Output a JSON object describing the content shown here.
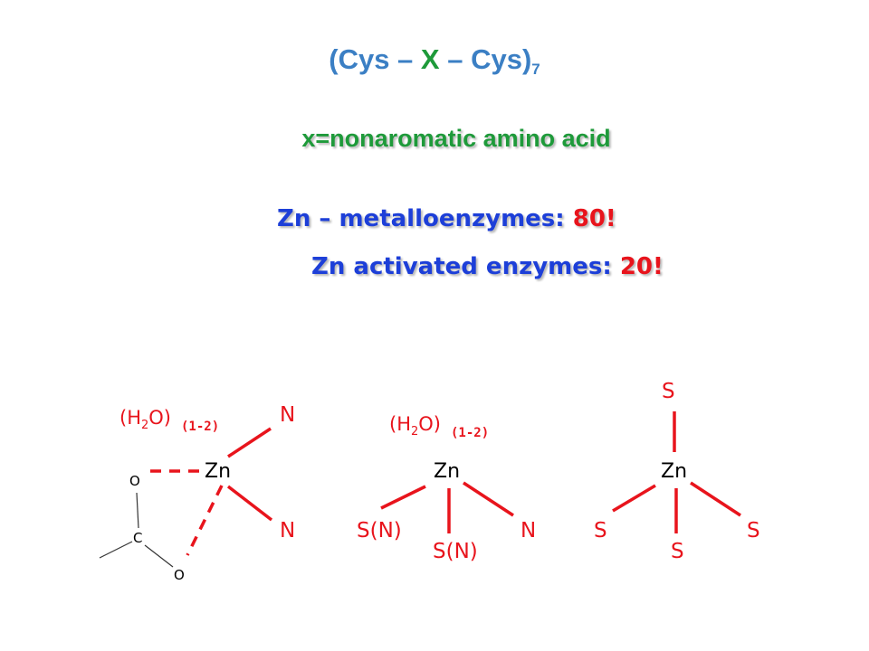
{
  "title": {
    "prefix": "(Cys – ",
    "x": "X",
    "suffix": " – Cys)",
    "subscript": "7"
  },
  "subtitle": "x=nonaromatic amino acid",
  "stats": [
    {
      "label": "Zn – metalloenzymes: ",
      "value": "80!"
    },
    {
      "label": "Zn activated enzymes: ",
      "value": "20!"
    }
  ],
  "diagrams": [
    {
      "center": "Zn",
      "water_prefix": "(H",
      "water_sub": "2",
      "water_suffix": "O)",
      "water_index": "(1-2)",
      "ligands": [
        "N",
        "N"
      ],
      "carboxylate": {
        "o_top": "O",
        "c": "C",
        "o_bottom": "O"
      }
    },
    {
      "center": "Zn",
      "water_prefix": "(H",
      "water_sub": "2",
      "water_suffix": "O)",
      "water_index": "(1-2)",
      "ligands": [
        "S(N)",
        "S(N)",
        "N"
      ]
    },
    {
      "center": "Zn",
      "ligands": [
        "S",
        "S",
        "S",
        "S"
      ]
    }
  ],
  "colors": {
    "title": "#3b7fc4",
    "x_highlight": "#1e9a3a",
    "subtitle": "#1e9a3a",
    "stat_label": "#1d3fd8",
    "stat_value": "#e8141c",
    "ligand": "#e8141c",
    "zinc": "#000000"
  }
}
